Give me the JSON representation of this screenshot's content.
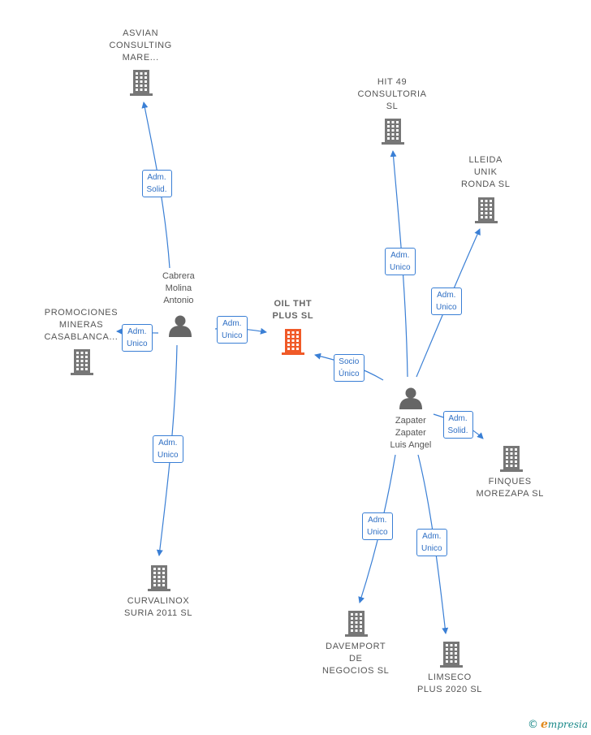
{
  "colors": {
    "edge": "#3a7fd5",
    "building": "#777777",
    "building_main": "#f05a28",
    "person": "#666666"
  },
  "nodes": [
    {
      "id": "oil",
      "kind": "company-main",
      "lines": [
        "OIL THT",
        "PLUS  SL"
      ]
    },
    {
      "id": "asvian",
      "kind": "company",
      "lines": [
        "ASVIAN",
        "CONSULTING",
        "MARE..."
      ]
    },
    {
      "id": "hit49",
      "kind": "company",
      "lines": [
        "HIT 49",
        "CONSULTORIA",
        "SL"
      ]
    },
    {
      "id": "lleida",
      "kind": "company",
      "lines": [
        "LLEIDA",
        "UNIK",
        "RONDA  SL"
      ]
    },
    {
      "id": "promociones",
      "kind": "company",
      "lines": [
        "PROMOCIONES",
        "MINERAS",
        "CASABLANCA..."
      ]
    },
    {
      "id": "finques",
      "kind": "company",
      "lines": [
        "FINQUES",
        "MOREZAPA  SL"
      ]
    },
    {
      "id": "curvalinox",
      "kind": "company",
      "lines": [
        "CURVALINOX",
        "SURIA 2011 SL"
      ]
    },
    {
      "id": "davemport",
      "kind": "company",
      "lines": [
        "DAVEMPORT",
        "DE",
        "NEGOCIOS  SL"
      ]
    },
    {
      "id": "limseco",
      "kind": "company",
      "lines": [
        "LIMSECO",
        "PLUS 2020  SL"
      ]
    },
    {
      "id": "cabrera",
      "kind": "person",
      "lines": [
        "Cabrera",
        "Molina",
        "Antonio"
      ]
    },
    {
      "id": "zapater",
      "kind": "person",
      "lines": [
        "Zapater",
        "Zapater",
        "Luis Angel"
      ]
    }
  ],
  "edges": [
    {
      "from": "cabrera",
      "to": "asvian",
      "label": [
        "Adm.",
        "Solid."
      ]
    },
    {
      "from": "cabrera",
      "to": "oil",
      "label": [
        "Adm.",
        "Unico"
      ]
    },
    {
      "from": "cabrera",
      "to": "promociones",
      "label": [
        "Adm.",
        "Unico"
      ]
    },
    {
      "from": "cabrera",
      "to": "curvalinox",
      "label": [
        "Adm.",
        "Unico"
      ]
    },
    {
      "from": "zapater",
      "to": "oil",
      "label": [
        "Socio",
        "Único"
      ]
    },
    {
      "from": "zapater",
      "to": "hit49",
      "label": [
        "Adm.",
        "Unico"
      ]
    },
    {
      "from": "zapater",
      "to": "lleida",
      "label": [
        "Adm.",
        "Unico"
      ]
    },
    {
      "from": "zapater",
      "to": "finques",
      "label": [
        "Adm.",
        "Solid."
      ]
    },
    {
      "from": "zapater",
      "to": "davemport",
      "label": [
        "Adm.",
        "Unico"
      ]
    },
    {
      "from": "zapater",
      "to": "limseco",
      "label": [
        "Adm.",
        "Unico"
      ]
    }
  ],
  "footer": {
    "copyright": "©",
    "brand_initial": "e",
    "brand_rest": "mpresia"
  }
}
